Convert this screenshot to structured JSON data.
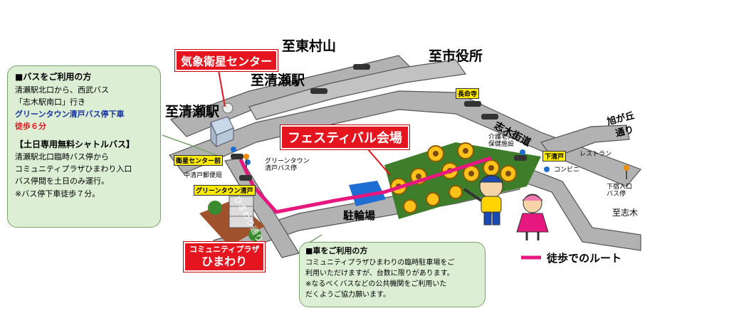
{
  "roads": {
    "higashimurayama": "至東村山",
    "shiyakusho": "至市役所",
    "kiyose_top": "至清瀬駅",
    "kiyose_left": "至清瀬駅",
    "shiki_kaido": "志木街道",
    "asahigaoka_1": "旭が丘",
    "asahigaoka_2": "通り",
    "shiki": "至志木",
    "himawari_dori": "ひまわり通り"
  },
  "places": {
    "kishou": "気象衛星センター",
    "festival": "フェスティバル会場",
    "community_1": "コミュニティプラザ",
    "community_2": "ひまわり",
    "churinjo": "駐輪場",
    "chomeiji": "長命寺",
    "shimokiyoto": "下清戸",
    "restaurant": "レストラン",
    "conbini": "コンビニ",
    "kaigo_1": "介護老人",
    "kaigo_2": "保健施設",
    "shimojuku_1": "下宿入口",
    "shimojuku_2": "バス停",
    "gt_1": "グリーンタウン",
    "gt_2": "清戸バス停",
    "kishou_mae": "衛星センター前",
    "nakakiyoto": "中清戸郵便局",
    "gt_kiyoto": "グリーンタウン清戸"
  },
  "bus_info": {
    "title": "■バスをご利用の方",
    "line1": "清瀬駅北口から、西武バス",
    "line2": "「志木駅南口」行き",
    "line3": "グリーンタウン清戸バス停下車",
    "line4": "徒歩６分",
    "title2": "【土日専用無料シャトルバス】",
    "line5": "清瀬駅北口臨時バス停から",
    "line6": "コミュニティプラザひまわり入口",
    "line7": "バス停間を土日のみ運行。",
    "line8": "※バス停下車徒歩７分。"
  },
  "car_info": {
    "title": "■車をご利用の方",
    "line1": "コミュニティプラザひまわりの臨時駐車場をご",
    "line2": "利用いただけますが、台数に限りがあります。",
    "line3": "※なるべくバスなどの公共機関をご利用いた",
    "line4": "だくようご協力願います。"
  },
  "legend": {
    "walk_route": "徒歩でのルート"
  },
  "colors": {
    "route": "#e6177e",
    "red": "#e4151f",
    "green_box": "#dcefd5",
    "road": "#aaaaaa"
  }
}
